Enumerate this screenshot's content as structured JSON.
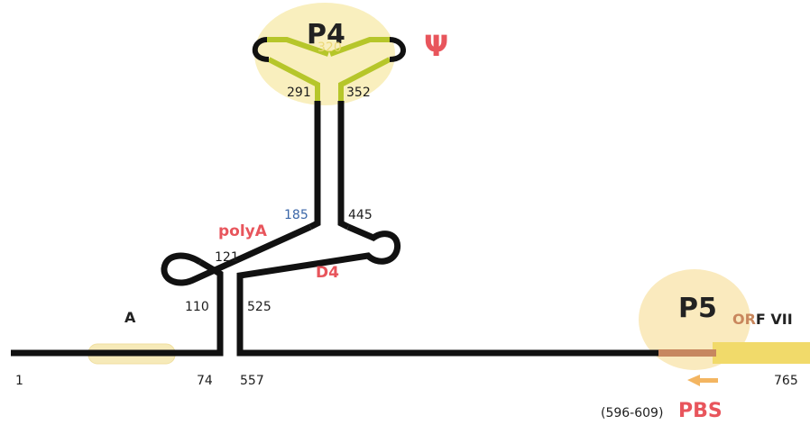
{
  "colors": {
    "strand": "#111111",
    "region_fill": "#f6eab9",
    "domain_circle": "#f7eaa8",
    "green_stem": "#b6c62a",
    "label_red": "#e8555c",
    "number_blue": "#3a66a8",
    "number_yellow": "#ecd978",
    "orf_bar": "#f1da6a",
    "pbs_arrow": "#f3b561"
  },
  "labels": {
    "p4": "P4",
    "psi": "Ψ",
    "p5": "P5",
    "orf_prefix": "OR",
    "orf_suffix": "F VII",
    "polya": "polyA",
    "d4": "D4",
    "a": "A",
    "pbs": "PBS",
    "pbs_range": "(596-609)"
  },
  "positions": {
    "n1": "1",
    "n74": "74",
    "n110": "110",
    "n121": "121",
    "n185": "185",
    "n291": "291",
    "n320": "320",
    "n352": "352",
    "n445": "445",
    "n525": "525",
    "n557": "557",
    "n765": "765"
  }
}
